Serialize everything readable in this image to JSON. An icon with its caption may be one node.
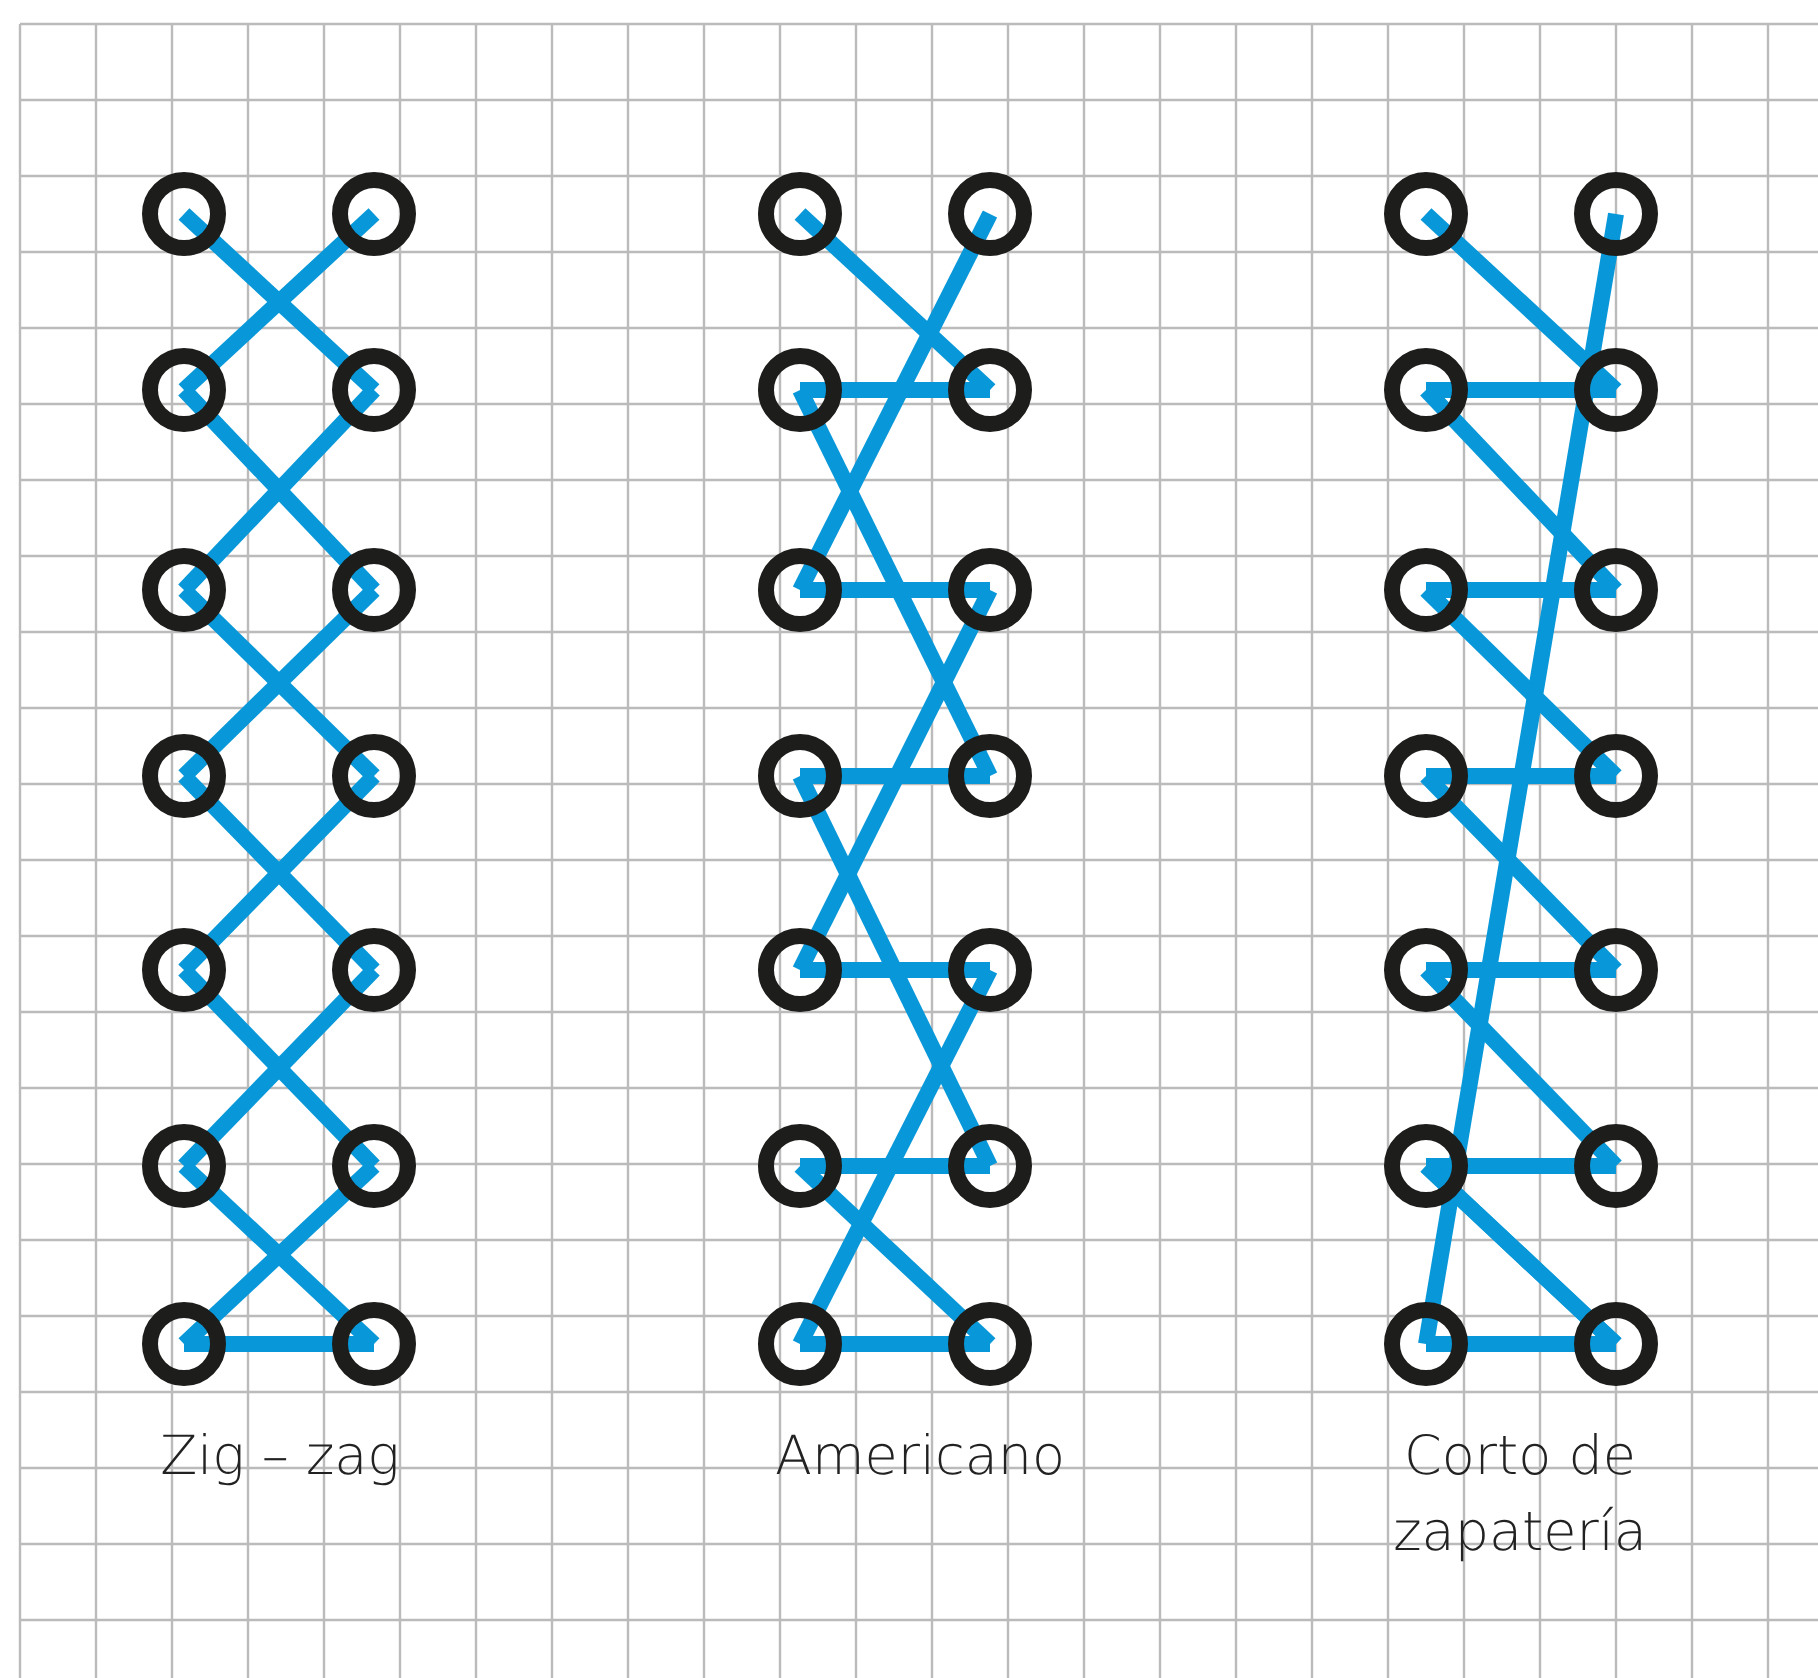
{
  "diagram": {
    "labels": [
      "Zig – zag",
      "Americano",
      "Corto de zapatería"
    ]
  }
}
